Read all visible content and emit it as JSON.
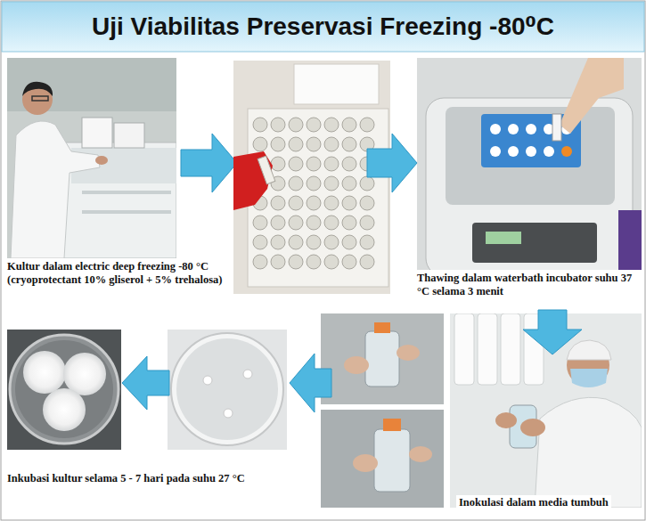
{
  "diagram": {
    "title": "Uji Viabilitas Preservasi Freezing -80⁰C",
    "nodes": [
      {
        "text": [
          "Kultur dalam electric deep freezing -80 °C (cryoprotectant 10% gliserol + 5% trehalosa)"
        ]
      },
      {
        "text": [
          "Thawing dalam waterbath incubator suhu 37 °C selama 3 menit"
        ]
      },
      {
        "text": [
          "Inokulasi dalam media tumbuh"
        ]
      },
      {
        "text": [
          "Inkubasi kultur selama 5 - 7 hari pada suhu 27 °C"
        ]
      }
    ],
    "edges": [
      {
        "from": 0,
        "to": 1,
        "arrow": "to"
      },
      {
        "from": 1,
        "to": 2,
        "arrow": "to"
      },
      {
        "from": 2,
        "to": 3,
        "arrow": "to"
      }
    ]
  }
}
